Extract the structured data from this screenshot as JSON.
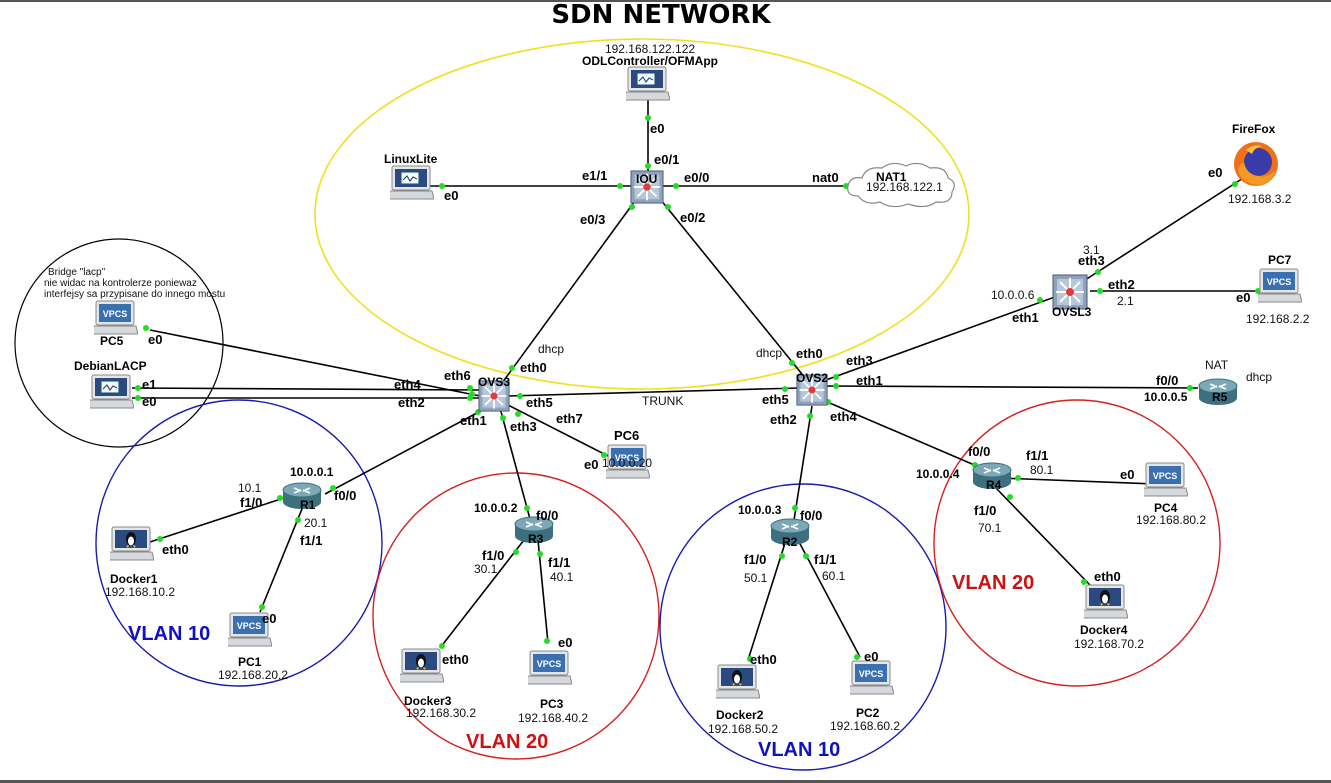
{
  "title": "SDN NETWORK",
  "colors": {
    "yellow_zone": "#f0e020",
    "blue_zone": "#1a1ab0",
    "red_zone": "#d42020",
    "port_dot": "#22dd22"
  },
  "note": {
    "line1": "Bridge \"lacp\"",
    "line2": "nie widac na kontrolerze poniewaz",
    "line3": "interfejsy sa przypisane do innego mostu"
  },
  "nodes": {
    "controller": {
      "ip": "192.168.122.122",
      "name": "ODLController/OFMApp",
      "port": "e0"
    },
    "iou": {
      "name": "IOU",
      "ports": {
        "e1_1": "e1/1",
        "e0_1": "e0/1",
        "e0_0": "e0/0",
        "e0_3": "e0/3",
        "e0_2": "e0/2"
      }
    },
    "linuxlite": {
      "name": "LinuxLite",
      "port": "e0"
    },
    "nat1": {
      "name": "NAT1",
      "ip": "192.168.122.1",
      "port": "nat0"
    },
    "firefox": {
      "name": "FireFox",
      "ip": "192.168.3.2",
      "port": "e0"
    },
    "ovsl3": {
      "name": "OVSL3",
      "ports": {
        "eth3": "eth3",
        "eth2": "eth2",
        "eth1": "eth1"
      },
      "eth3_ip": "3.1",
      "eth2_ip": "2.1",
      "eth1_ip": "10.0.0.6"
    },
    "pc7": {
      "name": "PC7",
      "ip": "192.168.2.2",
      "port": "e0"
    },
    "pc5": {
      "name": "PC5",
      "port": "e0"
    },
    "debianlacp": {
      "name": "DebianLACP",
      "port_e1": "e1",
      "port_e0": "e0"
    },
    "ovs3": {
      "name": "OVS3",
      "dhcp": "dhcp",
      "ports": {
        "eth0": "eth0",
        "eth6": "eth6",
        "eth4": "eth4",
        "eth2": "eth2",
        "eth5": "eth5",
        "eth1": "eth1",
        "eth3": "eth3",
        "eth7": "eth7"
      }
    },
    "ovs2": {
      "name": "OVS2",
      "dhcp": "dhcp",
      "ports": {
        "eth0": "eth0",
        "eth3": "eth3",
        "eth1": "eth1",
        "eth5": "eth5",
        "eth2": "eth2",
        "eth4": "eth4"
      }
    },
    "trunk": "TRUNK",
    "r5": {
      "name": "R5",
      "nat": "NAT",
      "dhcp": "dhcp",
      "port": "f0/0",
      "ip": "10.0.0.5"
    },
    "pc6": {
      "name": "PC6",
      "ip": "10.0.0.20",
      "port": "e0"
    },
    "r1": {
      "name": "R1",
      "f0_0_ip": "10.0.0.1",
      "f0_0": "f0/0",
      "f1_0": "f1/0",
      "f1_0_ip": "10.1",
      "f1_1": "f1/1",
      "f1_1_ip": "20.1"
    },
    "docker1": {
      "name": "Docker1",
      "ip": "192.168.10.2",
      "port": "eth0"
    },
    "pc1": {
      "name": "PC1",
      "ip": "192.168.20.2",
      "port": "e0"
    },
    "r3": {
      "name": "R3",
      "f0_0_ip": "10.0.0.2",
      "f0_0": "f0/0",
      "f1_0": "f1/0",
      "f1_0_ip": "30.1",
      "f1_1": "f1/1",
      "f1_1_ip": "40.1"
    },
    "docker3": {
      "name": "Docker3",
      "ip": "192.168.30.2",
      "port": "eth0"
    },
    "pc3": {
      "name": "PC3",
      "ip": "192.168.40.2",
      "port": "e0"
    },
    "r2": {
      "name": "R2",
      "f0_0_ip": "10.0.0.3",
      "f0_0": "f0/0",
      "f1_0": "f1/0",
      "f1_0_ip": "50.1",
      "f1_1": "f1/1",
      "f1_1_ip": "60.1"
    },
    "docker2": {
      "name": "Docker2",
      "ip": "192.168.50.2",
      "port": "eth0"
    },
    "pc2": {
      "name": "PC2",
      "ip": "192.168.60.2",
      "port": "e0"
    },
    "r4": {
      "name": "R4",
      "f0_0_ip": "10.0.0.4",
      "f0_0": "f0/0",
      "f1_1": "f1/1",
      "f1_1_ip": "80.1",
      "f1_0": "f1/0",
      "f1_0_ip": "70.1"
    },
    "pc4": {
      "name": "PC4",
      "ip": "192.168.80.2",
      "port": "e0"
    },
    "docker4": {
      "name": "Docker4",
      "ip": "192.168.70.2",
      "port": "eth0"
    }
  },
  "vlans": {
    "vlan_r1": "VLAN 10",
    "vlan_r3": "VLAN 20",
    "vlan_r2": "VLAN 10",
    "vlan_r4": "VLAN 20"
  },
  "icons": {
    "vpcs_label": "VPCS"
  }
}
